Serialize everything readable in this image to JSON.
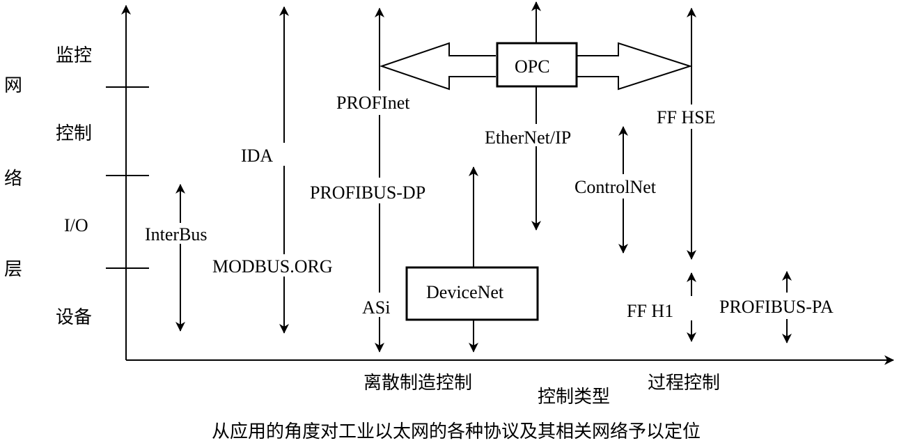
{
  "vertical_axis": {
    "title_chars": [
      "网",
      "络",
      "层"
    ],
    "levels": [
      "监控",
      "控制",
      "I/O",
      "设备"
    ]
  },
  "horizontal_axis": {
    "title": "控制类型",
    "left_category": "离散制造控制",
    "right_category": "过程控制"
  },
  "protocols": {
    "interbus": "InterBus",
    "modbus": "MODBUS.ORG",
    "ida": "IDA",
    "profinet": "PROFInet",
    "profibus_dp": "PROFIBUS-DP",
    "asi": "ASi",
    "devicenet": "DeviceNet",
    "ethernet_ip": "EtherNet/IP",
    "controlnet": "ControlNet",
    "ff_hse": "FF HSE",
    "ff_h1": "FF H1",
    "profibus_pa": "PROFIBUS-PA",
    "opc": "OPC"
  },
  "caption": "从应用的角度对工业以太网的各种协议及其相关网络予以定位"
}
